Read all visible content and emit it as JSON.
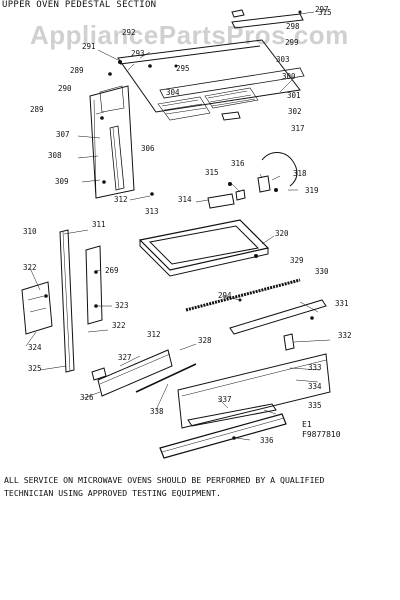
{
  "header": {
    "title": "UPPER OVEN PEDESTAL SECTION"
  },
  "watermark": "AppliancePartsPros.com",
  "diagram_code": {
    "line1": "E1",
    "line2": "F9877810"
  },
  "notice": {
    "line1": "ALL SERVICE ON MICROWAVE OVENS SHOULD BE PERFORMED BY A QUALIFIED",
    "line2": "TECHNICIAN USING APPROVED TESTING EQUIPMENT."
  },
  "part_labels": [
    "297",
    "315",
    "298",
    "291",
    "292",
    "299",
    "293",
    "303",
    "289",
    "295",
    "300",
    "290",
    "304",
    "301",
    "289",
    "302",
    "307",
    "306",
    "317",
    "308",
    "315",
    "316",
    "318",
    "309",
    "319",
    "312",
    "314",
    "313",
    "310",
    "311",
    "320",
    "322",
    "269",
    "329",
    "330",
    "294",
    "331",
    "323",
    "322",
    "324",
    "312",
    "328",
    "332",
    "327",
    "325",
    "333",
    "326",
    "334",
    "338",
    "337",
    "335",
    "336"
  ]
}
